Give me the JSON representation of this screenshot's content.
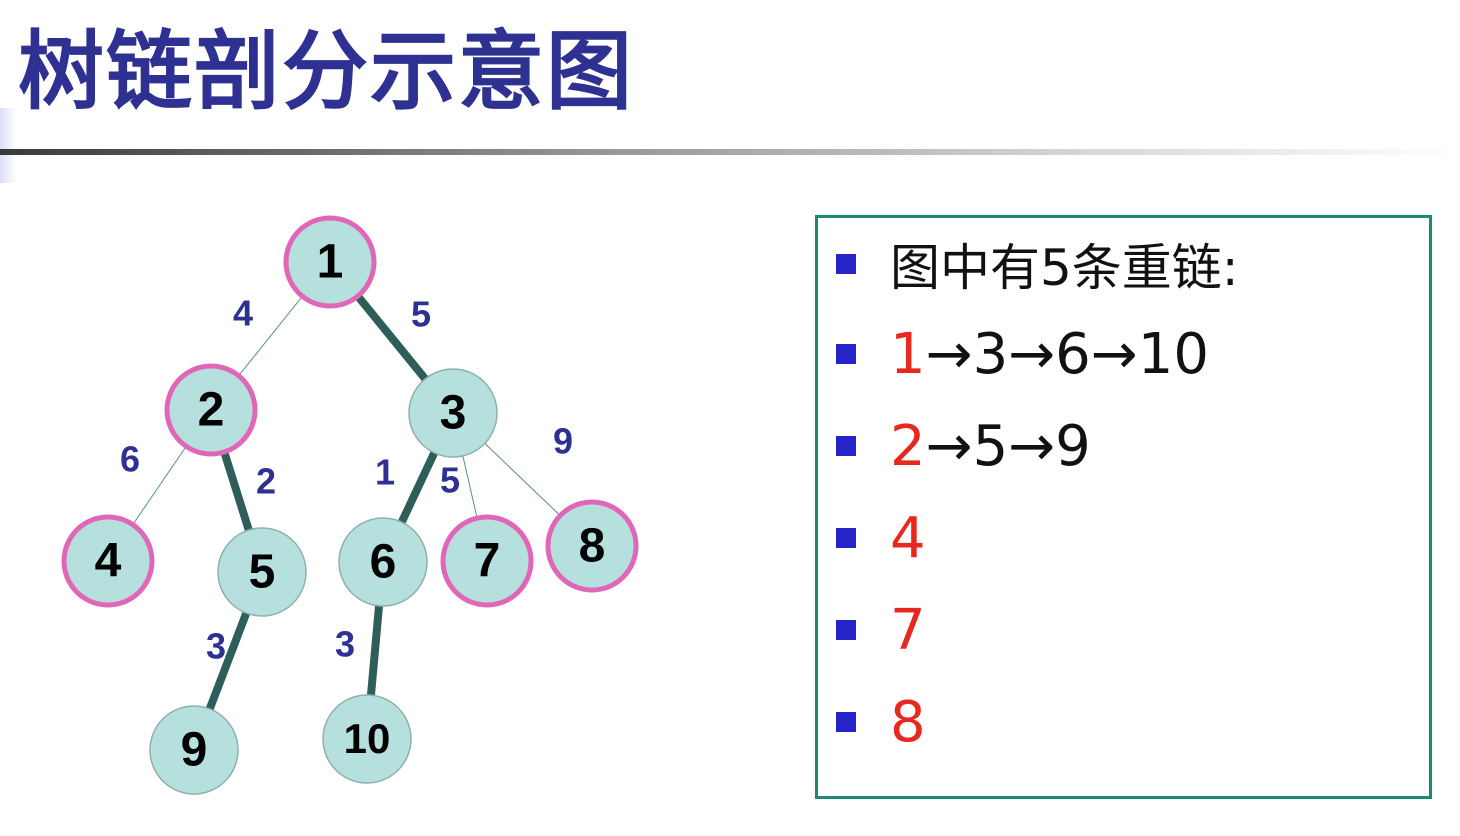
{
  "title": "树链剖分示意图",
  "colors": {
    "title": "#2e3192",
    "node_fill": "#b6e0de",
    "light_border": "#e066b8",
    "heavy_border": "#8fb0ad",
    "heavy_edge": "#2e5e5a",
    "light_edge": "#5c8f86",
    "weight_label": "#2e3192",
    "chain_start": "#e8281e",
    "box_border": "#1a8a72"
  },
  "tree": {
    "nodes": [
      {
        "id": "1",
        "chain_top": true
      },
      {
        "id": "2",
        "chain_top": true
      },
      {
        "id": "3",
        "chain_top": false
      },
      {
        "id": "4",
        "chain_top": true
      },
      {
        "id": "5",
        "chain_top": false
      },
      {
        "id": "6",
        "chain_top": false
      },
      {
        "id": "7",
        "chain_top": true
      },
      {
        "id": "8",
        "chain_top": true
      },
      {
        "id": "9",
        "chain_top": false
      },
      {
        "id": "10",
        "chain_top": false
      }
    ],
    "edges": [
      {
        "from": "1",
        "to": "2",
        "weight": "4",
        "heavy": false
      },
      {
        "from": "1",
        "to": "3",
        "weight": "5",
        "heavy": true
      },
      {
        "from": "2",
        "to": "4",
        "weight": "6",
        "heavy": false
      },
      {
        "from": "2",
        "to": "5",
        "weight": "2",
        "heavy": true
      },
      {
        "from": "3",
        "to": "6",
        "weight": "1",
        "heavy": true
      },
      {
        "from": "3",
        "to": "7",
        "weight": "5",
        "heavy": false
      },
      {
        "from": "3",
        "to": "8",
        "weight": "9",
        "heavy": false
      },
      {
        "from": "5",
        "to": "9",
        "weight": "3",
        "heavy": true
      },
      {
        "from": "6",
        "to": "10",
        "weight": "3",
        "heavy": true
      }
    ]
  },
  "panel": {
    "heading": "图中有5条重链:",
    "arrow": "→",
    "chains": [
      [
        "1",
        "3",
        "6",
        "10"
      ],
      [
        "2",
        "5",
        "9"
      ],
      [
        "4"
      ],
      [
        "7"
      ],
      [
        "8"
      ]
    ]
  }
}
